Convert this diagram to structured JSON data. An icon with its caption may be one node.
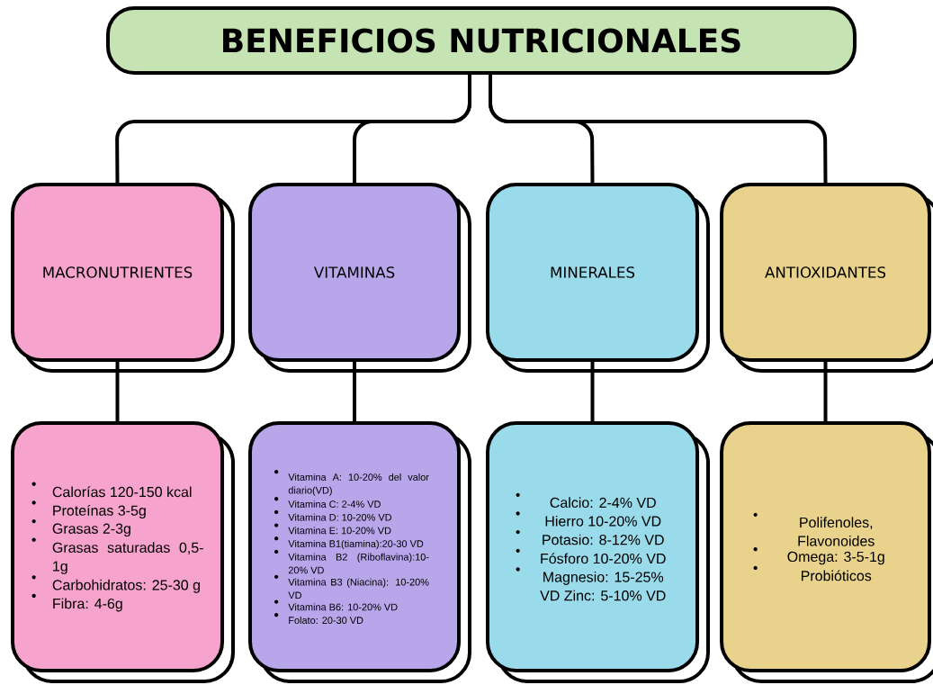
{
  "diagram": {
    "title": "BENEFICIOS NUTRICIONALES",
    "nodes": [
      {
        "text": [
          "MACRONUTRIENTES"
        ]
      },
      {
        "text": [
          "VITAMINAS"
        ]
      },
      {
        "text": [
          "MINERALES"
        ]
      },
      {
        "text": [
          "ANTIOXIDANTES"
        ]
      },
      {
        "text": [
          "Calorías 120-150 kcal",
          "Proteínas 3-5g",
          "Grasas 2-3g",
          "Grasas saturadas 0,5-1g",
          "Carbohidratos: 25-30 g",
          "Fibra: 4-6g"
        ]
      },
      {
        "text": [
          "Vitamina A: 10-20% del valor diario(VD)",
          "Vitamina C: 2-4% VD",
          "Vitamina D: 10-20% VD",
          "Vitamina E: 10-20% VD",
          "Vitamina B1(tiamina):20-30 VD",
          "Vitamina B2 (Riboflavina):10-20% VD",
          "Vitamina B3 (Niacina): 10-20% VD",
          "Vitamina B6: 10-20% VD",
          "Folato: 20-30 VD"
        ]
      },
      {
        "text": [
          "Calcio: 2-4% VD",
          "Hierro 10-20% VD",
          "Potasio: 8-12% VD",
          "Fósforo 10-20% VD",
          "Magnesio: 15-25% VD Zinc: 5-10% VD"
        ]
      },
      {
        "text": [
          "Polifenoles, Flavonoides",
          "Omega: 3-5-1g",
          "Probióticos"
        ]
      }
    ],
    "edges": [
      {
        "from": null,
        "to": 0,
        "arrow": "none"
      },
      {
        "from": null,
        "to": 1,
        "arrow": "none"
      },
      {
        "from": null,
        "to": 2,
        "arrow": "none"
      },
      {
        "from": null,
        "to": 3,
        "arrow": "none"
      },
      {
        "from": 0,
        "to": 4,
        "arrow": "none"
      },
      {
        "from": 1,
        "to": 5,
        "arrow": "none"
      },
      {
        "from": 2,
        "to": 6,
        "arrow": "none"
      },
      {
        "from": 3,
        "to": 7,
        "arrow": "none"
      }
    ]
  }
}
